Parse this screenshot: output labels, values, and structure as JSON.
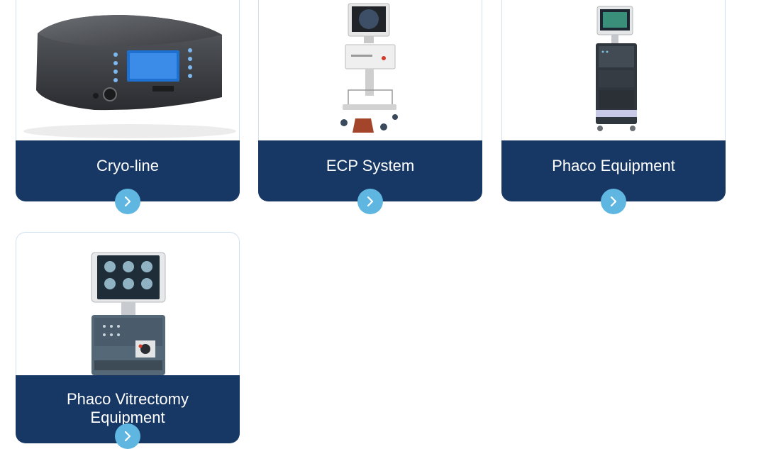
{
  "products": [
    {
      "title": "Cryo-line",
      "icon": "chevron-right-icon"
    },
    {
      "title": "ECP System",
      "icon": "chevron-right-icon"
    },
    {
      "title": "Phaco Equipment",
      "icon": "chevron-right-icon"
    },
    {
      "title": "Phaco Vitrectomy Equipment",
      "icon": "chevron-right-icon"
    }
  ],
  "colors": {
    "label_bar": "#173764",
    "arrow_button": "#5fb6e0",
    "card_border": "#cfe1f0"
  }
}
